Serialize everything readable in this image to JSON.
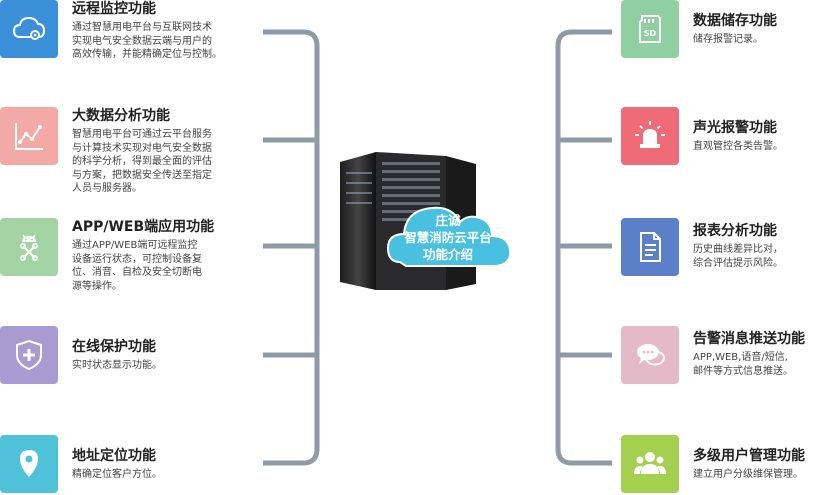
{
  "center": {
    "lines": [
      "庄诚",
      "智慧消防云平台",
      "功能介绍"
    ]
  },
  "left_features": [
    {
      "title": "远程监控功能",
      "desc": [
        "通过智慧用电平台与互联网技术",
        "实现电气安全数据云端与用户的",
        "高效传输，并能精确定位与控制。"
      ],
      "icon": "cloud-gear-icon",
      "color": "#3b8fd9"
    },
    {
      "title": "大数据分析功能",
      "desc": [
        "智慧用电平台可通过云平台服务",
        "与计算技术实现对电气安全数据",
        "的科学分析，得到最全面的评估",
        "与方案，把数据安全传送至指定",
        "人员与服务器。"
      ],
      "icon": "line-chart-icon",
      "color": "#f3a9a5"
    },
    {
      "title": "APP/WEB端应用功能",
      "desc": [
        "通过APP/WEB端可远程监控",
        "设备运行状态，可控制设备复",
        "位、消音、自检及安全切断电",
        "源等操作。"
      ],
      "icon": "android-icon",
      "color": "#a4d3a4"
    },
    {
      "title": "在线保护功能",
      "desc": [
        "实时状态显示功能。"
      ],
      "icon": "shield-plus-icon",
      "color": "#a99bd1"
    },
    {
      "title": "地址定位功能",
      "desc": [
        "精确定位客户方位。"
      ],
      "icon": "location-pin-icon",
      "color": "#4fc1d9"
    }
  ],
  "right_features": [
    {
      "title": "数据储存功能",
      "desc": [
        "储存报警记录。"
      ],
      "icon": "sd-card-icon",
      "color": "#8fcfa2"
    },
    {
      "title": "声光报警功能",
      "desc": [
        "直观管控各类告警。"
      ],
      "icon": "alarm-light-icon",
      "color": "#ef6b78"
    },
    {
      "title": "报表分析功能",
      "desc": [
        "历史曲线差异比对，",
        "综合评估提示风险。"
      ],
      "icon": "document-icon",
      "color": "#5c7fc9"
    },
    {
      "title": "告警消息推送功能",
      "desc": [
        "APP,WEB,语音/短信,",
        "邮件等方式信息推送。"
      ],
      "icon": "chat-bubbles-icon",
      "color": "#e4bac9"
    },
    {
      "title": "多级用户管理功能",
      "desc": [
        "建立用户分级维保管理。"
      ],
      "icon": "user-group-icon",
      "color": "#a5cf4f"
    }
  ]
}
